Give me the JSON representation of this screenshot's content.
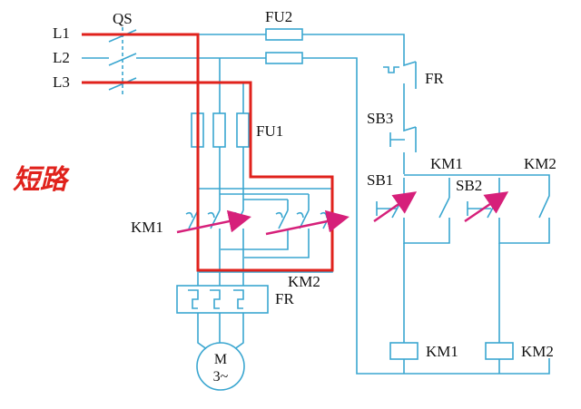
{
  "colors": {
    "wire": "#3aa6d0",
    "short_circuit": "#e0221c",
    "indicator": "#d6207a",
    "text": "#111111"
  },
  "labels": {
    "l1": "L1",
    "l2": "L2",
    "l3": "L3",
    "qs": "QS",
    "fu2": "FU2",
    "fu1": "FU1",
    "fr_control": "FR",
    "sb3": "SB3",
    "sb1": "SB1",
    "sb2": "SB2",
    "km1_aux": "KM1",
    "km2_aux": "KM2",
    "km1_main": "KM1",
    "km2_main": "KM2",
    "fr_thermal": "FR",
    "coil_km1": "KM1",
    "coil_km2": "KM2",
    "motor_m": "M",
    "motor_phase": "3~",
    "warning": "短路"
  }
}
